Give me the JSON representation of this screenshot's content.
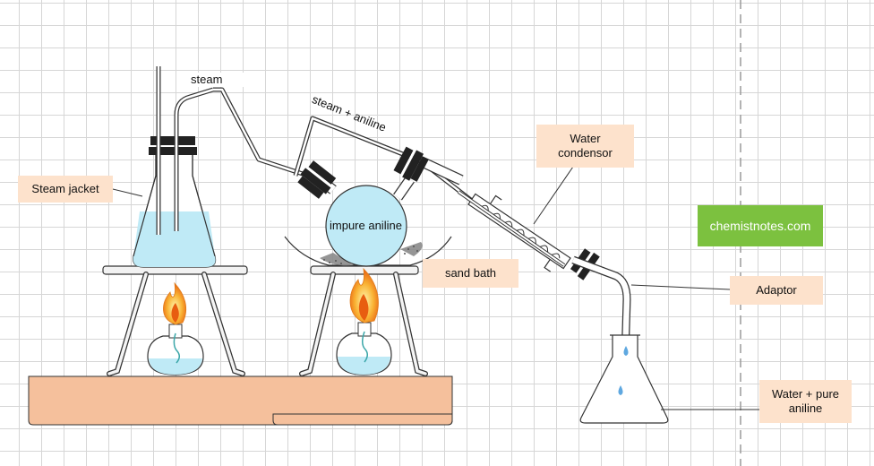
{
  "labels": {
    "steam": "steam",
    "steam_aniline": "steam + aniline",
    "water_condensor": "Water\ncondensor",
    "steam_jacket": "Steam jacket",
    "impure_aniline": "impure aniline",
    "sand_bath": "sand bath",
    "adaptor": "Adaptor",
    "water_pure_aniline": "Water + pure\naniline",
    "watermark": "chemistnotes.com"
  },
  "colors": {
    "liquid": "#bfeaf6",
    "sand_bath_label": "#fde2cc",
    "bench": "#f5c09c",
    "watermark_bg": "#7cc13f",
    "flame_outer": "#f7a21b",
    "flame_inner": "#e85d10",
    "drop": "#5fa8e0"
  }
}
